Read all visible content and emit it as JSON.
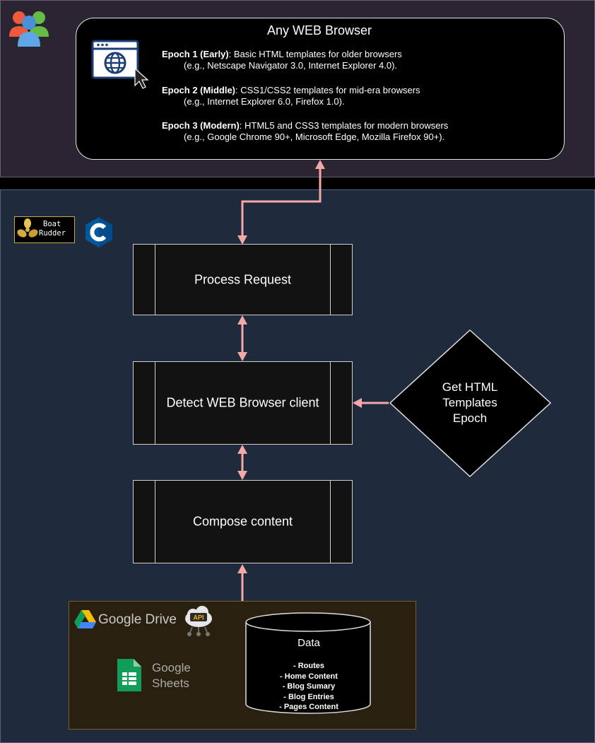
{
  "browser": {
    "title": "Any WEB Browser",
    "epochs": [
      {
        "label": "Epoch 1 (Early)",
        "text": ": Basic HTML templates for older browsers",
        "examples": "(e.g., Netscape Navigator 3.0, Internet Explorer 4.0)."
      },
      {
        "label": "Epoch 2 (Middle)",
        "text": ": CSS1/CSS2 templates for mid-era browsers",
        "examples": "(e.g., Internet Explorer 6.0, Firefox 1.0)."
      },
      {
        "label": "Epoch 3 (Modern)",
        "text": ": HTML5 and CSS3 templates for modern browsers",
        "examples": "(e.g., Google Chrome 90+, Microsoft Edge, Mozilla Firefox 90+)."
      }
    ]
  },
  "logos": {
    "boat_line1": "Boat",
    "boat_line2": "Rudder",
    "api_badge": "API"
  },
  "steps": {
    "process": "Process Request",
    "detect": "Detect WEB Browser client",
    "compose": "Compose content"
  },
  "decision": {
    "line1": "Get HTML",
    "line2": "Templates",
    "line3": "Epoch"
  },
  "sources": {
    "drive": "Google Drive",
    "sheets_1": "Google",
    "sheets_2": "Sheets"
  },
  "data": {
    "title": "Data",
    "items": [
      "- Routes",
      "- Home Content",
      "- Blog Sumary",
      "- Blog Entries",
      "- Pages Content"
    ]
  },
  "colors": {
    "arrow": "#f4a8a8",
    "top_bg": "#2b2433",
    "bottom_bg": "#1f2a3d",
    "data_bg": "#2a2010"
  },
  "icons": [
    "users-icon",
    "web-browser-icon",
    "cursor-icon",
    "boat-rudder-logo",
    "c-language-icon",
    "google-drive-icon",
    "api-cloud-icon",
    "google-sheets-icon",
    "database-icon"
  ]
}
